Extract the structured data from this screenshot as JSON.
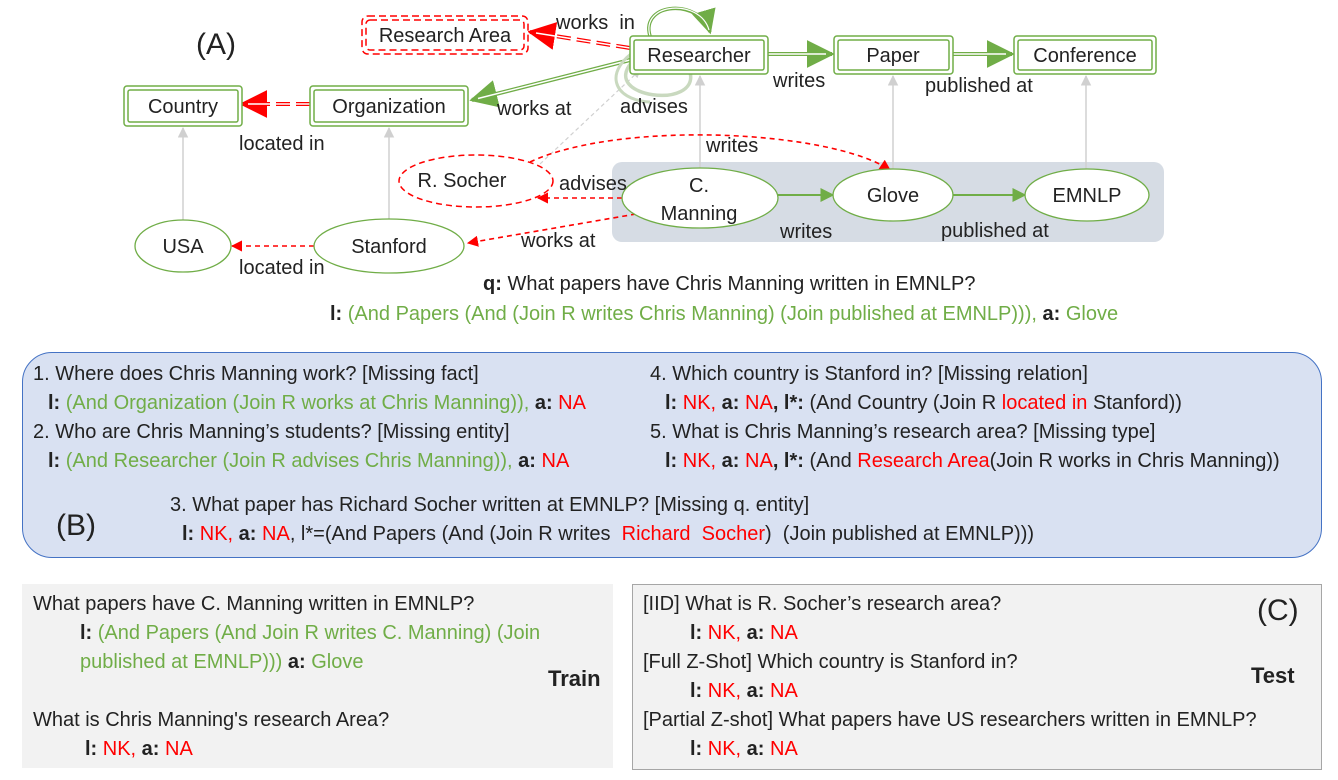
{
  "panel_a": {
    "label": "(A)",
    "nodes": {
      "research_area": "Research Area",
      "researcher": "Researcher",
      "paper": "Paper",
      "conference": "Conference",
      "country": "Country",
      "organization": "Organization",
      "r_socher": "R. Socher",
      "c_manning_1": "C.",
      "c_manning_2": "Manning",
      "glove": "Glove",
      "emnlp": "EMNLP",
      "usa": "USA",
      "stanford": "Stanford"
    },
    "edges": {
      "works_in": "works  in",
      "writes_top": "writes",
      "published_at_top": "published at",
      "works_at_top": "works at",
      "advises_top": "advises",
      "located_in_top": "located in",
      "writes_mid": "writes",
      "advises_mid": "advises",
      "writes_bottom": "writes",
      "published_at_bottom": "published at",
      "works_at_bottom": "works at",
      "located_in_bottom": "located in"
    },
    "query": {
      "q_prefix": "q:",
      "q_text": " What papers have Chris Manning written in EMNLP?",
      "l_prefix": "l:",
      "l_text": " (And Papers (And (Join R writes Chris Manning) (Join published at EMNLP))),",
      "a_prefix": " a:",
      "a_text": " Glove"
    }
  },
  "panel_b": {
    "label": "(B)",
    "items": [
      {
        "q": "1. Where does Chris Manning work? [Missing fact]",
        "l_prefix": "l:",
        "l_text": " (And Organization (Join R works at Chris Manning)),",
        "a_prefix": " a:",
        "a_text": " NA"
      },
      {
        "q": "2. Who are Chris Manning’s students? [Missing entity]",
        "l_prefix": "l:",
        "l_text": " (And Researcher (Join R advises Chris Manning)),",
        "a_prefix": " a:",
        "a_text": " NA"
      },
      {
        "q": "4. Which country is Stanford in? [Missing relation]",
        "l_prefix": "l:",
        "l_nk": " NK,",
        "a_prefix": " a:",
        "a_text": " NA",
        "lstar_prefix": ", l*:",
        "lstar_1": " (And Country (Join R ",
        "lstar_red": "located in",
        "lstar_2": " Stanford))"
      },
      {
        "q": "5. What is Chris Manning’s research area? [Missing type]",
        "l_prefix": "l:",
        "l_nk": " NK,",
        "a_prefix": " a:",
        "a_text": " NA",
        "lstar_prefix": ", l*:",
        "lstar_1": " (And ",
        "lstar_red": "Research Area",
        "lstar_2": "(Join R works in Chris Manning))"
      },
      {
        "q": "3. What paper has Richard Socher written at EMNLP? [Missing q. entity]",
        "l_prefix": "l:",
        "l_nk": " NK,",
        "a_prefix": " a:",
        "a_text": " NA",
        "lstar_prefix": ", l*=",
        "lstar_1": "(And Papers (And (Join R writes  ",
        "lstar_red": "Richard  Socher",
        "lstar_2": ")  (Join published at EMNLP)))"
      }
    ]
  },
  "panel_train": {
    "heading": "Train",
    "q1": "What papers have C. Manning written in EMNLP?",
    "l1_prefix": "l:",
    "l1_text_a": " (And Papers (And Join R writes C. Manning) (Join",
    "l1_text_b": "published at EMNLP)))",
    "a1_prefix": " a:",
    "a1_text": " Glove",
    "q2": "What is Chris Manning's research Area?",
    "l2_prefix": "l:",
    "l2_nk": " NK,",
    "a2_prefix": " a:",
    "a2_text": " NA"
  },
  "panel_c": {
    "label": "(C)",
    "heading": "Test",
    "items": [
      {
        "q": "[IID] What is R. Socher’s research area?",
        "l_prefix": "l:",
        "l_nk": " NK,",
        "a_prefix": " a:",
        "a_text": " NA"
      },
      {
        "q": "[Full Z-Shot] Which country is Stanford in?",
        "l_prefix": "l:",
        "l_nk": " NK,",
        "a_prefix": " a:",
        "a_text": " NA"
      },
      {
        "q": "[Partial Z-shot] What papers have US researchers written in EMNLP?",
        "l_prefix": "l:",
        "l_nk": " NK,",
        "a_prefix": " a:",
        "a_text": " NA"
      }
    ]
  },
  "colors": {
    "green": "#70ad47",
    "red": "#ff0000",
    "panel_blue": "#d9e1f2",
    "panel_border": "#4472c4",
    "grey_panel": "#f2f2f2",
    "highlight": "#d6dce4"
  }
}
